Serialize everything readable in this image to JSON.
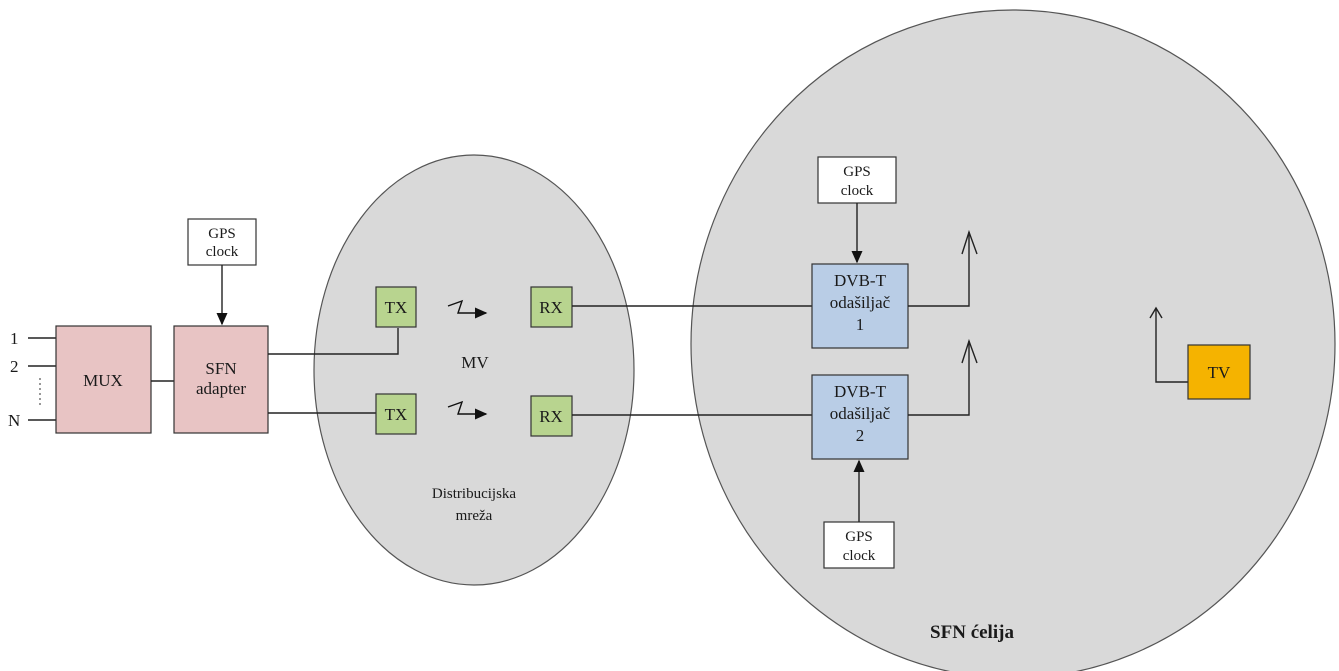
{
  "inputs": [
    "1",
    "2",
    "N"
  ],
  "mux": "MUX",
  "sfn_adapter": [
    "SFN",
    "adapter"
  ],
  "gps": [
    "GPS",
    "clock"
  ],
  "tx": "TX",
  "rx": "RX",
  "mv": "MV",
  "distribution": [
    "Distribucijska",
    "mreža"
  ],
  "dvbt1": [
    "DVB-T",
    "odašiljač",
    "1"
  ],
  "dvbt2": [
    "DVB-T",
    "odašiljač",
    "2"
  ],
  "tv": "TV",
  "sfn_cell": "SFN ćelija",
  "colors": {
    "mux": "#e8c4c4",
    "sfn": "#e8c4c4",
    "txrx": "#b8d48f",
    "dvbt": "#b9cde6",
    "tv": "#f5b300",
    "ellipse": "#d9d9d9"
  }
}
